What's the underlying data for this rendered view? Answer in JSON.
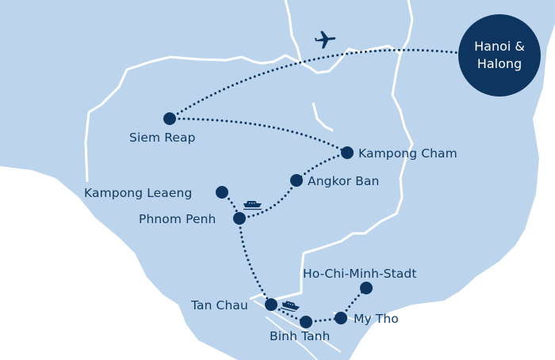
{
  "map": {
    "colors": {
      "land": "#bcd5ec",
      "sea": "#ffffff",
      "border": "#ffffff",
      "route": "#0d3560",
      "marker": "#0d3560",
      "label": "#123a63",
      "hub_text": "#ffffff"
    },
    "hub": {
      "line1": "Hanoi &",
      "line2": "Halong"
    },
    "stops": [
      {
        "name": "Siem Reap"
      },
      {
        "name": "Kampong Cham"
      },
      {
        "name": "Angkor Ban"
      },
      {
        "name": "Kampong Leaeng"
      },
      {
        "name": "Phnom Penh"
      },
      {
        "name": "Ho-Chi-Minh-Stadt"
      },
      {
        "name": "Tan Chau"
      },
      {
        "name": "My Tho"
      },
      {
        "name": "Binh Tanh"
      }
    ],
    "icons": {
      "flight": "airplane-icon",
      "cruise_1": "ship-icon",
      "cruise_2": "ship-icon"
    }
  }
}
